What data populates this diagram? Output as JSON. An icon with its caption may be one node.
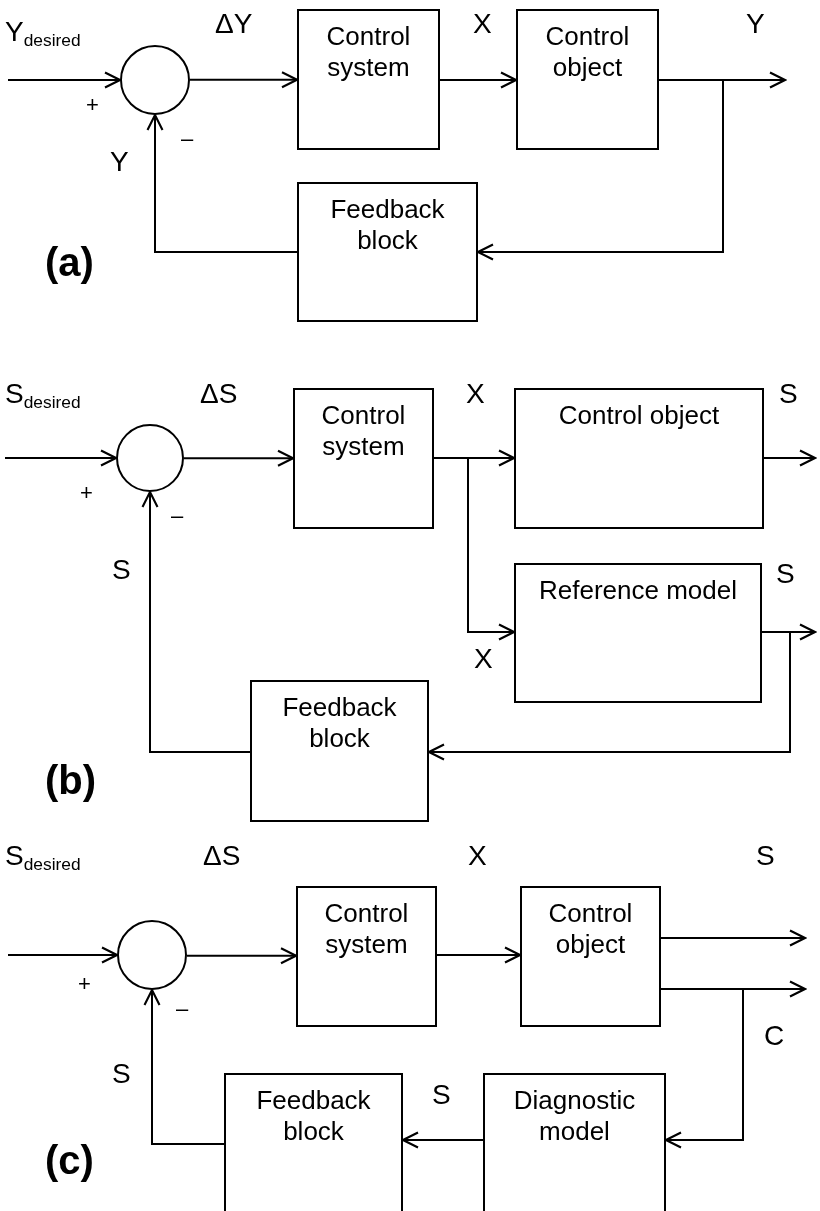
{
  "diagram": {
    "nodes": [
      {
        "text": [],
        "shape": "circle"
      },
      {
        "text": [
          "Control system"
        ]
      },
      {
        "text": [
          "Control object"
        ]
      },
      {
        "text": [
          "Feedback block"
        ]
      },
      {
        "text": [],
        "shape": "circle"
      },
      {
        "text": [
          "Control system"
        ]
      },
      {
        "text": [
          "Control object"
        ]
      },
      {
        "text": [
          "Reference model"
        ]
      },
      {
        "text": [
          "Feedback block"
        ]
      },
      {
        "text": [],
        "shape": "circle"
      },
      {
        "text": [
          "Control system"
        ]
      },
      {
        "text": [
          "Control object"
        ]
      },
      {
        "text": [
          "Feedback block"
        ]
      },
      {
        "text": [
          "Diagnostic model"
        ]
      }
    ],
    "edges": [
      {
        "from": null,
        "to": 0,
        "arrow": "to"
      },
      {
        "from": 0,
        "to": 1,
        "arrow": "to"
      },
      {
        "from": 1,
        "to": 2,
        "arrow": "to"
      },
      {
        "from": 2,
        "to": null,
        "arrow": "to"
      },
      {
        "from": 2,
        "to": 3,
        "arrow": "to"
      },
      {
        "from": 3,
        "to": 0,
        "arrow": "to"
      },
      {
        "from": null,
        "to": 4,
        "arrow": "to"
      },
      {
        "from": 4,
        "to": 5,
        "arrow": "to"
      },
      {
        "from": 5,
        "to": 6,
        "arrow": "to"
      },
      {
        "from": 5,
        "to": 7,
        "arrow": "to"
      },
      {
        "from": 6,
        "to": null,
        "arrow": "to"
      },
      {
        "from": 7,
        "to": null,
        "arrow": "to"
      },
      {
        "from": 7,
        "to": 8,
        "arrow": "to"
      },
      {
        "from": 8,
        "to": 4,
        "arrow": "to"
      },
      {
        "from": null,
        "to": 9,
        "arrow": "to"
      },
      {
        "from": 9,
        "to": 10,
        "arrow": "to"
      },
      {
        "from": 10,
        "to": 11,
        "arrow": "to"
      },
      {
        "from": 11,
        "to": null,
        "arrow": "to"
      },
      {
        "from": 11,
        "to": null,
        "arrow": "to"
      },
      {
        "from": 11,
        "to": 13,
        "arrow": "to"
      },
      {
        "from": 13,
        "to": 12,
        "arrow": "to"
      },
      {
        "from": 12,
        "to": 9,
        "arrow": "to"
      }
    ],
    "labels": [
      "Y$_{desired}$",
      "ΔY",
      "X",
      "Y",
      "+",
      "–",
      "Y",
      "(a)",
      "S$_{desired}$",
      "ΔS",
      "X",
      "S",
      "+",
      "–",
      "S",
      "S",
      "X",
      "(b)",
      "S$_{desired}$",
      "ΔS",
      "X",
      "S",
      "+",
      "–",
      "C",
      "S",
      "S",
      "(c)"
    ]
  }
}
